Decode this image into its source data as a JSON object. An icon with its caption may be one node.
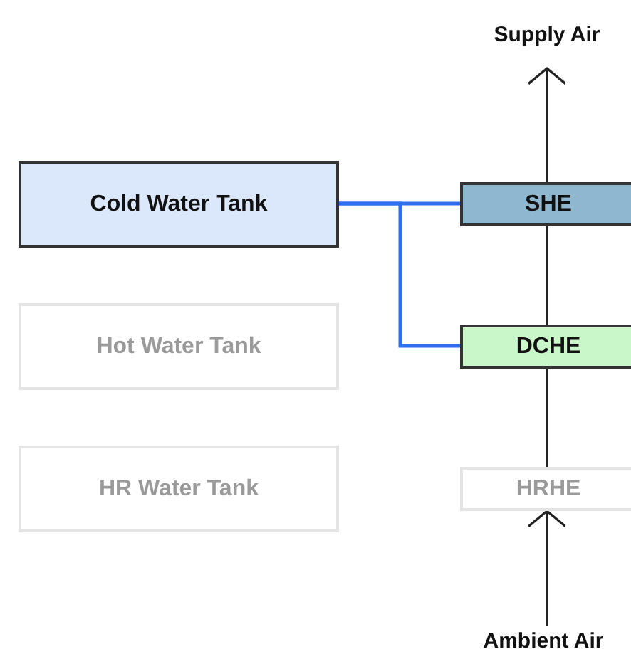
{
  "diagram": {
    "nodes": [
      {
        "text": [
          "Cold Water Tank"
        ]
      },
      {
        "text": [
          "SHE"
        ]
      },
      {
        "text": [
          "Hot Water Tank"
        ]
      },
      {
        "text": [
          "DCHE"
        ]
      },
      {
        "text": [
          "HR Water Tank"
        ]
      },
      {
        "text": [
          "HRHE"
        ]
      },
      {
        "text": [
          "Supply Air"
        ]
      },
      {
        "text": [
          "Ambient Air"
        ]
      }
    ],
    "edges": [
      {
        "from": 0,
        "to": 1,
        "arrow": "none",
        "color": "#2f6ff0"
      },
      {
        "from": 0,
        "to": 3,
        "arrow": "none",
        "color": "#2f6ff0"
      },
      {
        "from": 7,
        "to": 5,
        "arrow": "to"
      },
      {
        "from": 5,
        "to": 3,
        "arrow": "none"
      },
      {
        "from": 3,
        "to": 1,
        "arrow": "none"
      },
      {
        "from": 1,
        "to": 6,
        "arrow": "to"
      }
    ]
  }
}
